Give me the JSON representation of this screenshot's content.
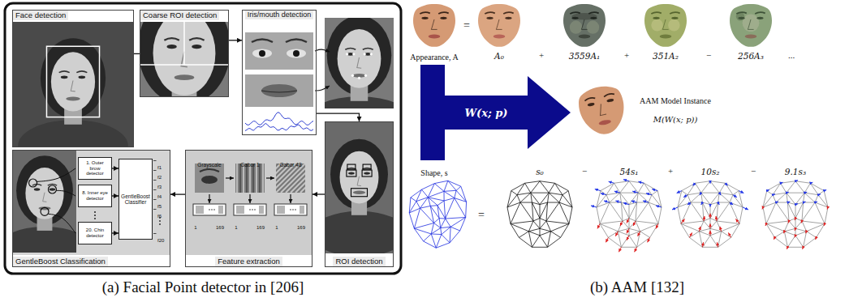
{
  "diagram": {
    "nodes": [
      {
        "text": [
          "Face detection"
        ]
      },
      {
        "text": [
          "Coarse ROI detection"
        ]
      },
      {
        "text": [
          "Iris/mouth detection"
        ]
      },
      {
        "text": [
          "ROI detection"
        ]
      },
      {
        "text": [
          "Feature extraction"
        ]
      },
      {
        "text": [
          "GentleBoost Classification"
        ]
      },
      {
        "text": [
          "1. Outer brow detector"
        ],
        "in": 5
      },
      {
        "text": [
          "8. Inner eye detector"
        ],
        "in": 5
      },
      {
        "text": [
          "20. Chin detector"
        ],
        "in": 5
      },
      {
        "text": [
          "GentleBoost Classifier"
        ],
        "in": 5
      },
      {
        "text": [
          "W(x; p)"
        ]
      }
    ],
    "edges": [
      {
        "from": 0,
        "to": 1,
        "arrow": "none"
      },
      {
        "from": 1,
        "to": 2,
        "arrow": "to"
      },
      {
        "from": 2,
        "to": 3,
        "arrow": "to"
      },
      {
        "from": 3,
        "to": 4,
        "arrow": "to"
      },
      {
        "from": 4,
        "to": 5,
        "arrow": "to"
      },
      {
        "from": 6,
        "to": 9,
        "arrow": "to"
      },
      {
        "from": 7,
        "to": 9,
        "arrow": "to"
      },
      {
        "from": 8,
        "to": 9,
        "arrow": "to"
      }
    ],
    "labels": [
      "Grayscale",
      "Gabor 1",
      "Gabor 48",
      "1",
      "169",
      "1",
      "169",
      "1",
      "169",
      "f1",
      "f2",
      "f3",
      "f4",
      "f5",
      "f6",
      "f20",
      "Appearance, A",
      "=",
      "A₀",
      "+",
      "3559A₁",
      "+",
      "351A₂",
      "−",
      "256A₃",
      "...",
      "AAM Model Instance",
      "M(W(x; p))",
      "Shape, s",
      "=",
      "s₀",
      "−",
      "54s₁",
      "+",
      "10s₂",
      "−",
      "9.1s₃",
      "(a) Facial Point detector in [206]",
      "(b) AAM [132]"
    ]
  }
}
